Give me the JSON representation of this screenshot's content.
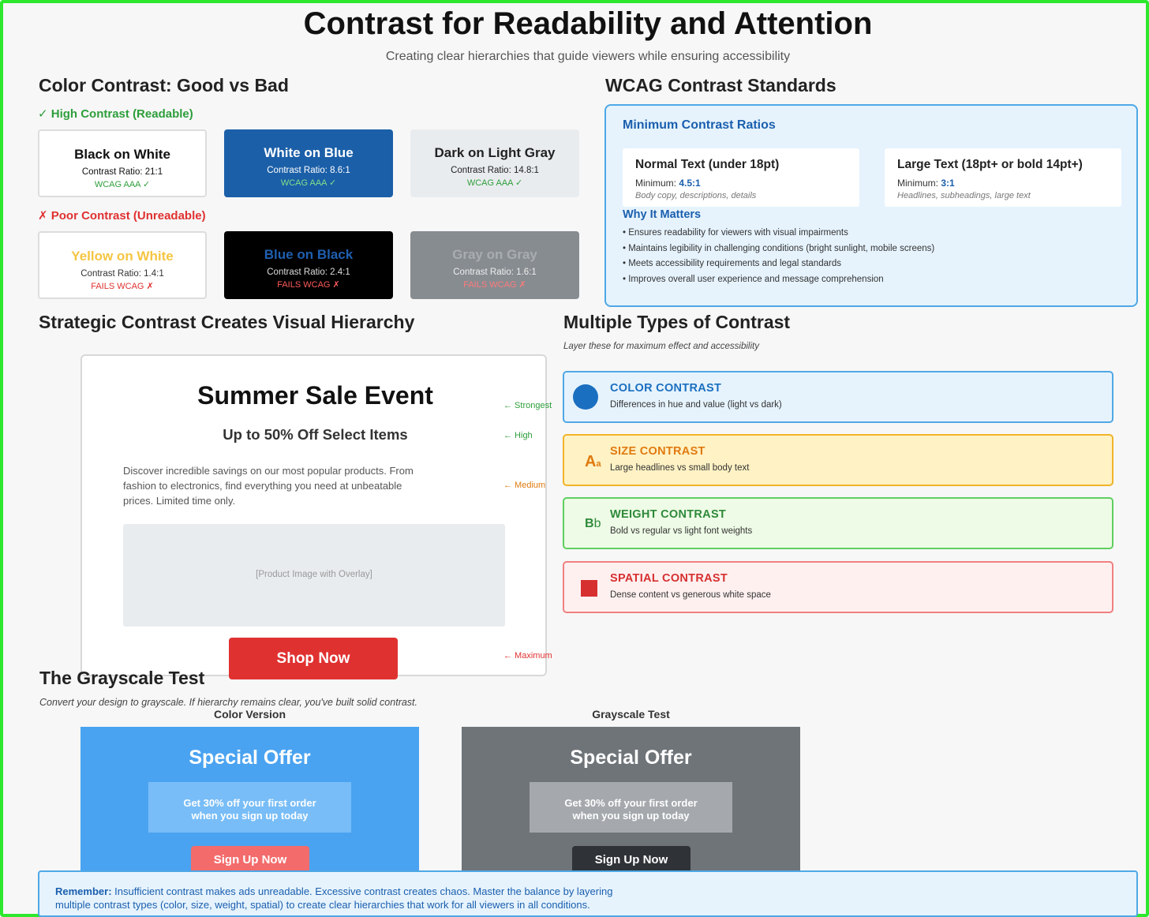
{
  "header": {
    "title": "Contrast for Readability and Attention",
    "subtitle": "Creating clear hierarchies that guide viewers while ensuring accessibility"
  },
  "color_contrast": {
    "title": "Color Contrast: Good vs Bad",
    "good_label": "✓ High Contrast (Readable)",
    "bad_label": "✗ Poor Contrast (Unreadable)",
    "good": [
      {
        "title": "Black on White",
        "ratio": "Contrast Ratio: 21:1",
        "status": "WCAG AAA ✓",
        "bg": "#ffffff",
        "fg": "#111111"
      },
      {
        "title": "White on Blue",
        "ratio": "Contrast Ratio: 8.6:1",
        "status": "WCAG AAA ✓",
        "bg": "#1b5fa8",
        "fg": "#ffffff"
      },
      {
        "title": "Dark on Light Gray",
        "ratio": "Contrast Ratio: 14.8:1",
        "status": "WCAG AAA ✓",
        "bg": "#e9ecef",
        "fg": "#222222"
      }
    ],
    "bad": [
      {
        "title": "Yellow on White",
        "ratio": "Contrast Ratio: 1.4:1",
        "status": "FAILS WCAG ✗",
        "bg": "#ffffff",
        "fg": "#f5c542"
      },
      {
        "title": "Blue on Black",
        "ratio": "Contrast Ratio: 2.4:1",
        "status": "FAILS WCAG ✗",
        "bg": "#000000",
        "fg": "#1f5fb0"
      },
      {
        "title": "Gray on Gray",
        "ratio": "Contrast Ratio: 1.6:1",
        "status": "FAILS WCAG ✗",
        "bg": "#878c91",
        "fg": "#a9adb1"
      }
    ]
  },
  "wcag": {
    "title": "WCAG Contrast Standards",
    "box_title": "Minimum Contrast Ratios",
    "cards": [
      {
        "title": "Normal Text (under 18pt)",
        "min_label": "Minimum:",
        "min_value": "4.5:1",
        "note": "Body copy, descriptions, details"
      },
      {
        "title": "Large Text (18pt+ or bold 14pt+)",
        "min_label": "Minimum:",
        "min_value": "3:1",
        "note": "Headlines, subheadings, large text"
      }
    ],
    "why_title": "Why It Matters",
    "why_items": [
      "• Ensures readability for viewers with visual impairments",
      "• Maintains legibility in challenging conditions (bright sunlight, mobile screens)",
      "• Meets accessibility requirements and legal standards",
      "• Improves overall user experience and message comprehension"
    ]
  },
  "hierarchy": {
    "title": "Strategic Contrast Creates Visual Hierarchy",
    "headline": "Summer Sale Event",
    "subhead": "Up to 50% Off Select Items",
    "body": "Discover incredible savings on our most popular products. From fashion to electronics, find everything you need at unbeatable prices. Limited time only.",
    "image_placeholder": "[Product Image with Overlay]",
    "cta": "Shop Now",
    "labels": {
      "strongest": "← Strongest",
      "high": "← High",
      "medium": "← Medium",
      "maximum": "← Maximum"
    }
  },
  "types": {
    "title": "Multiple Types of Contrast",
    "subtitle": "Layer these for maximum effect and accessibility",
    "items": [
      {
        "name": "COLOR CONTRAST",
        "desc": "Differences in hue and value (light vs dark)",
        "icon": "circle-icon",
        "color": "#1b6fc0",
        "bg": "#e6f3fd",
        "border": "#4ea8e6"
      },
      {
        "name": "SIZE CONTRAST",
        "desc": "Large headlines vs small body text",
        "icon": "text-size-icon",
        "icon_main": "A",
        "icon_small": "a",
        "color": "#e07a10",
        "bg": "#fff2c4",
        "border": "#f0b429"
      },
      {
        "name": "WEIGHT CONTRAST",
        "desc": "Bold vs regular vs light font weights",
        "icon": "font-weight-icon",
        "icon_main": "B",
        "icon_small": "b",
        "color": "#2e8a3a",
        "bg": "#eefbe6",
        "border": "#5fcf5f"
      },
      {
        "name": "SPATIAL CONTRAST",
        "desc": "Dense content vs generous white space",
        "icon": "square-icon",
        "color": "#d63030",
        "bg": "#fff0f0",
        "border": "#f08080"
      }
    ]
  },
  "grayscale": {
    "title": "The Grayscale Test",
    "subtitle": "Convert your design to grayscale. If hierarchy remains clear, you've built solid contrast.",
    "versions": [
      {
        "label": "Color Version",
        "title": "Special Offer",
        "text_line1": "Get 30% off your first order",
        "text_line2": "when you sign up today",
        "button": "Sign Up Now",
        "bg": "#4aa3f0",
        "box_bg": "#78bdf7",
        "btn_bg": "#f36b6b"
      },
      {
        "label": "Grayscale Test",
        "title": "Special Offer",
        "text_line1": "Get 30% off your first order",
        "text_line2": "when you sign up today",
        "button": "Sign Up Now",
        "bg": "#6f7479",
        "box_bg": "#a5a9ad",
        "btn_bg": "#2f3337"
      }
    ]
  },
  "remember": {
    "label": "Remember:",
    "line1": " Insufficient contrast makes ads unreadable. Excessive contrast creates chaos. Master the balance by layering",
    "line2": "multiple contrast types (color, size, weight, spatial) to create clear hierarchies that work for all viewers in all conditions."
  }
}
